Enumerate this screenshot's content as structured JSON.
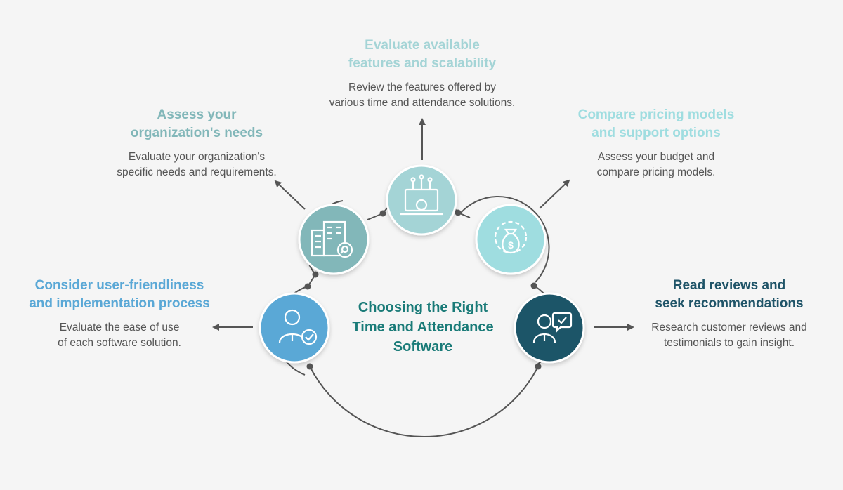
{
  "center_title": "Choosing the Right\nTime and Attendance\nSoftware",
  "colors": {
    "assess": "#82b7b9",
    "evaluate": "#a4d4d6",
    "compare": "#9fdde0",
    "consider": "#5aa8d6",
    "read": "#1f5468",
    "center": "#1a7b78",
    "arc": "#555555",
    "desc": "#555555"
  },
  "steps": [
    {
      "id": "assess",
      "title": "Assess your\norganization's needs",
      "desc": "Evaluate your organization's\nspecific needs and requirements.",
      "icon": "building-search-icon"
    },
    {
      "id": "evaluate",
      "title": "Evaluate available\nfeatures and scalability",
      "desc": "Review the features offered by\nvarious time and attendance solutions.",
      "icon": "laptop-gear-icon"
    },
    {
      "id": "compare",
      "title": "Compare pricing models\nand support options",
      "desc": "Assess your budget and\ncompare pricing models.",
      "icon": "gear-money-bag-icon"
    },
    {
      "id": "consider",
      "title": "Consider user-friendliness\nand implementation process",
      "desc": "Evaluate the ease of use\nof each software solution.",
      "icon": "user-check-icon"
    },
    {
      "id": "read",
      "title": "Read reviews and\nseek recommendations",
      "desc": "Research customer reviews and\ntestimonials to gain insight.",
      "icon": "user-chat-icon"
    }
  ]
}
